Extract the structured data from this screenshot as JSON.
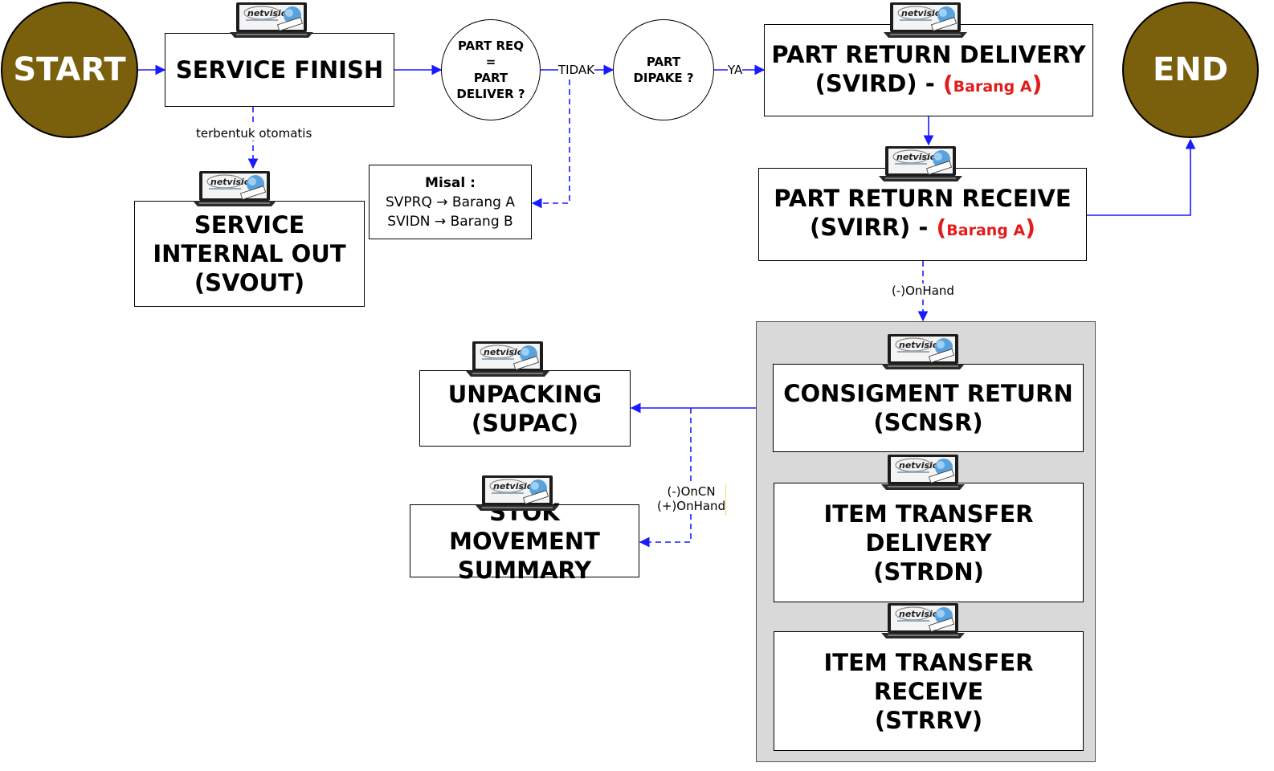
{
  "colors": {
    "terminal": "#7a5f0c",
    "connector": "#1a1aff",
    "accent_red": "#e31b1b",
    "group_bg": "#d9d9d9"
  },
  "icon": "netvision-laptop-icon",
  "nodes": {
    "start": "START",
    "end": "END",
    "service_finish": "SERVICE FINISH",
    "decision_part_req": {
      "line1": "PART REQ",
      "line2": "=",
      "line3": "PART",
      "line4": "DELIVER ?"
    },
    "decision_part_dipake": {
      "line1": "PART",
      "line2": "DIPAKE ?"
    },
    "part_return_delivery": {
      "line1": "PART RETURN DELIVERY",
      "code": "(SVIRD) - ",
      "item": "Barang A"
    },
    "part_return_receive": {
      "line1": "PART RETURN RECEIVE",
      "code": "(SVIRR) - ",
      "item": "Barang A"
    },
    "service_internal_out": {
      "line1": "SERVICE",
      "line2": "INTERNAL OUT",
      "line3": "(SVOUT)"
    },
    "example_note": {
      "title": "Misal :",
      "line1": "SVPRQ → Barang A",
      "line2": "SVIDN → Barang B"
    },
    "consigment_return": {
      "line1": "CONSIGMENT RETURN",
      "line2": "(SCNSR)"
    },
    "item_transfer_delivery": {
      "line1": "ITEM TRANSFER",
      "line2": "DELIVERY",
      "line3": "(STRDN)"
    },
    "item_transfer_receive": {
      "line1": "ITEM TRANSFER",
      "line2": "RECEIVE",
      "line3": "(STRRV)"
    },
    "unpacking": {
      "line1": "UNPACKING",
      "line2": "(SUPAC)"
    },
    "stok_movement_summary": {
      "line1": "STOK MOVEMENT",
      "line2": "SUMMARY"
    }
  },
  "edge_labels": {
    "auto_created": "terbentuk otomatis",
    "tidak": "TIDAK",
    "ya": "YA",
    "minus_onhand": "(-)OnHand",
    "minus_oncn": "(-)OnCN",
    "plus_onhand": "(+)OnHand"
  }
}
